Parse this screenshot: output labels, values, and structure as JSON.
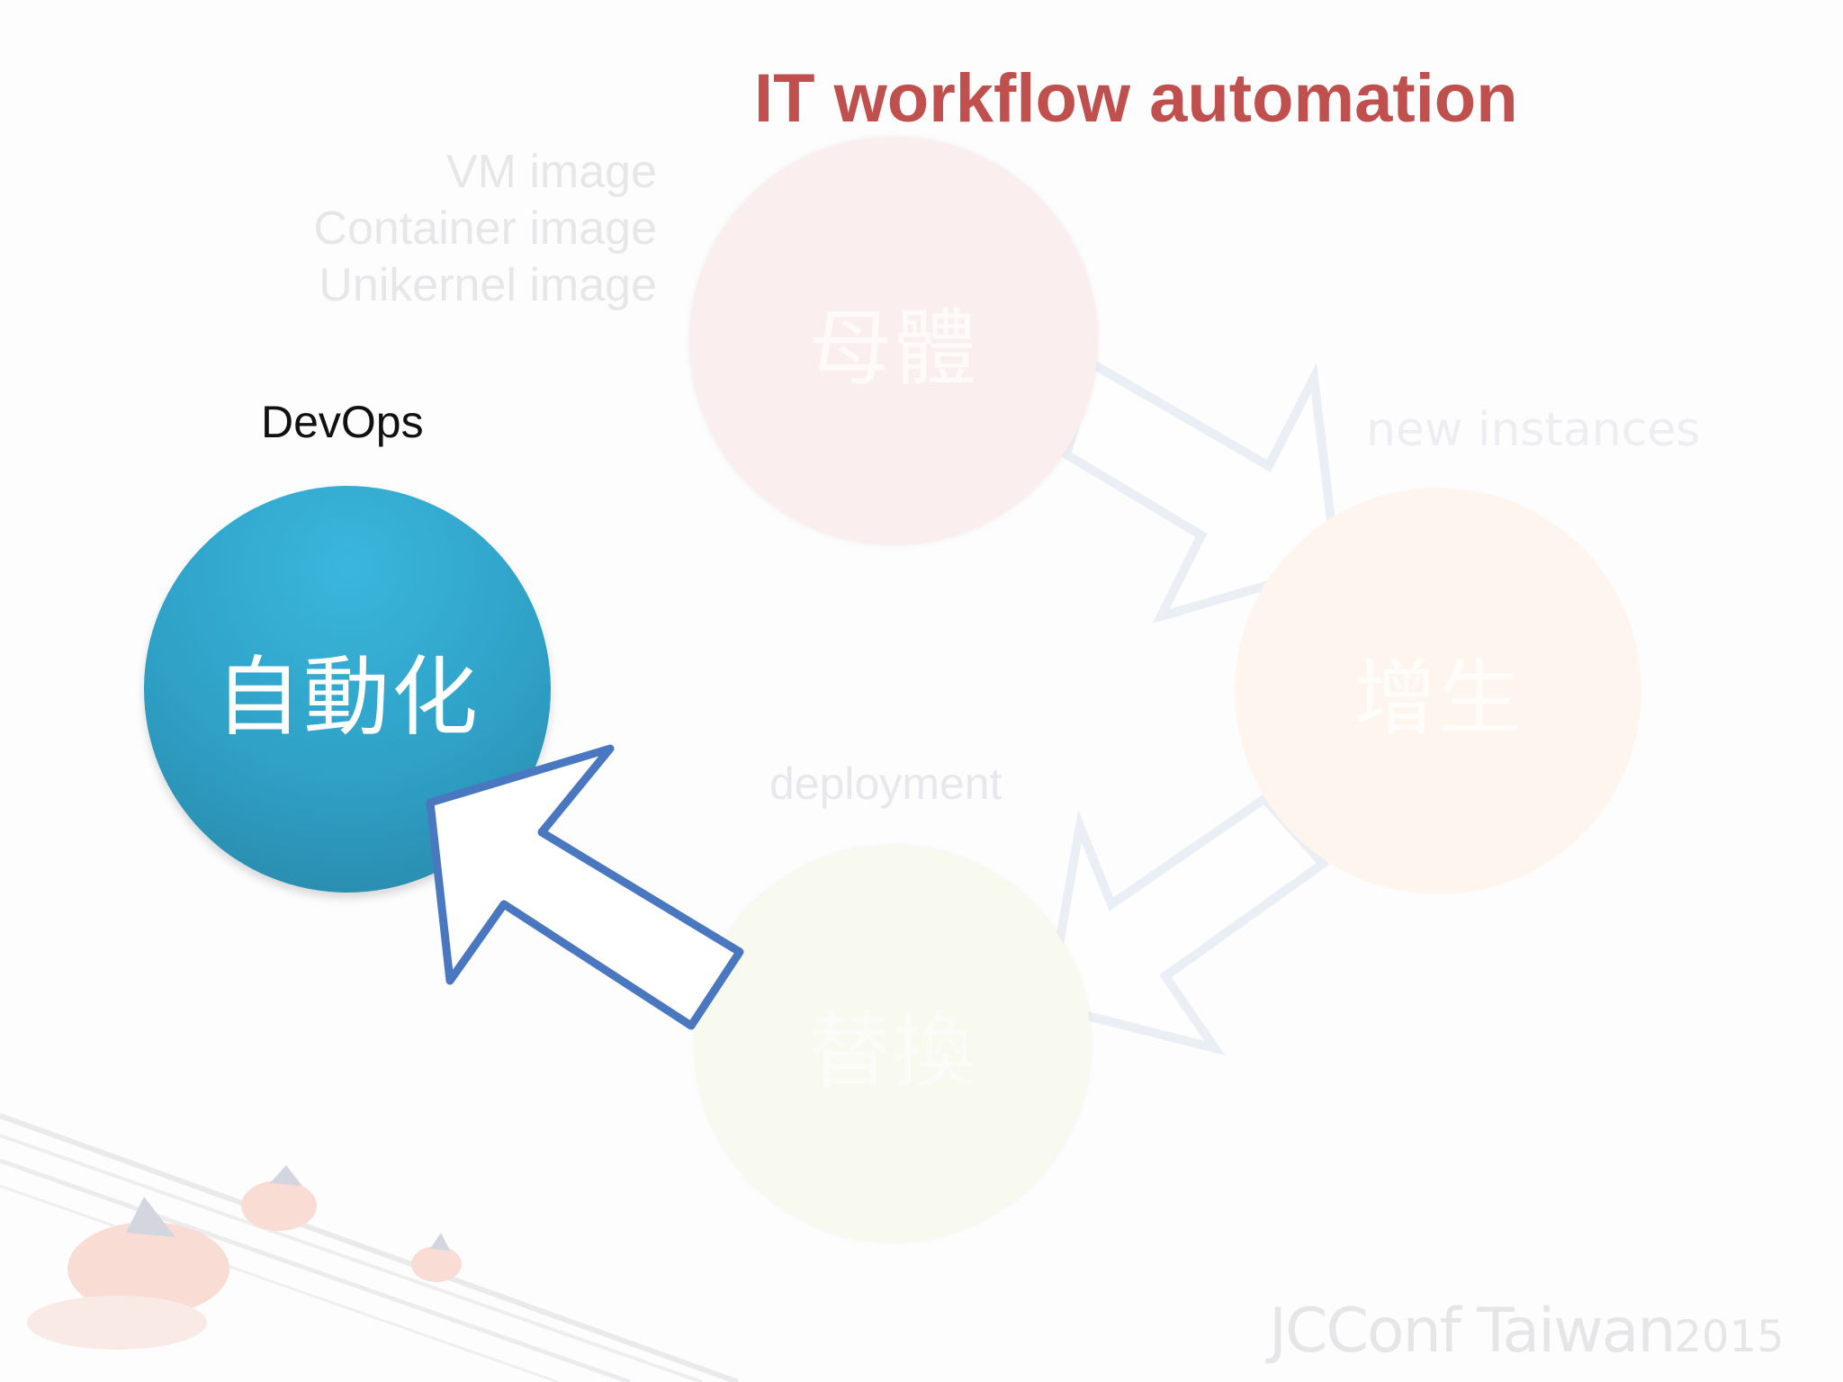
{
  "title": "IT workflow automation",
  "images_list": [
    "VM image",
    "Container image",
    "Unikernel image"
  ],
  "labels": {
    "devops": "DevOps",
    "new_instances": "new instances",
    "deployment": "deployment"
  },
  "nodes": {
    "mother": "母體",
    "automation": "自動化",
    "grow": "增生",
    "replace": "替換"
  },
  "logo": {
    "name": "JCConf Taiwan",
    "year": "2015"
  },
  "colors": {
    "title": "#c0504d",
    "automation_circle": "#2fa0c6",
    "highlight_arrow_stroke": "#4a78c0"
  }
}
